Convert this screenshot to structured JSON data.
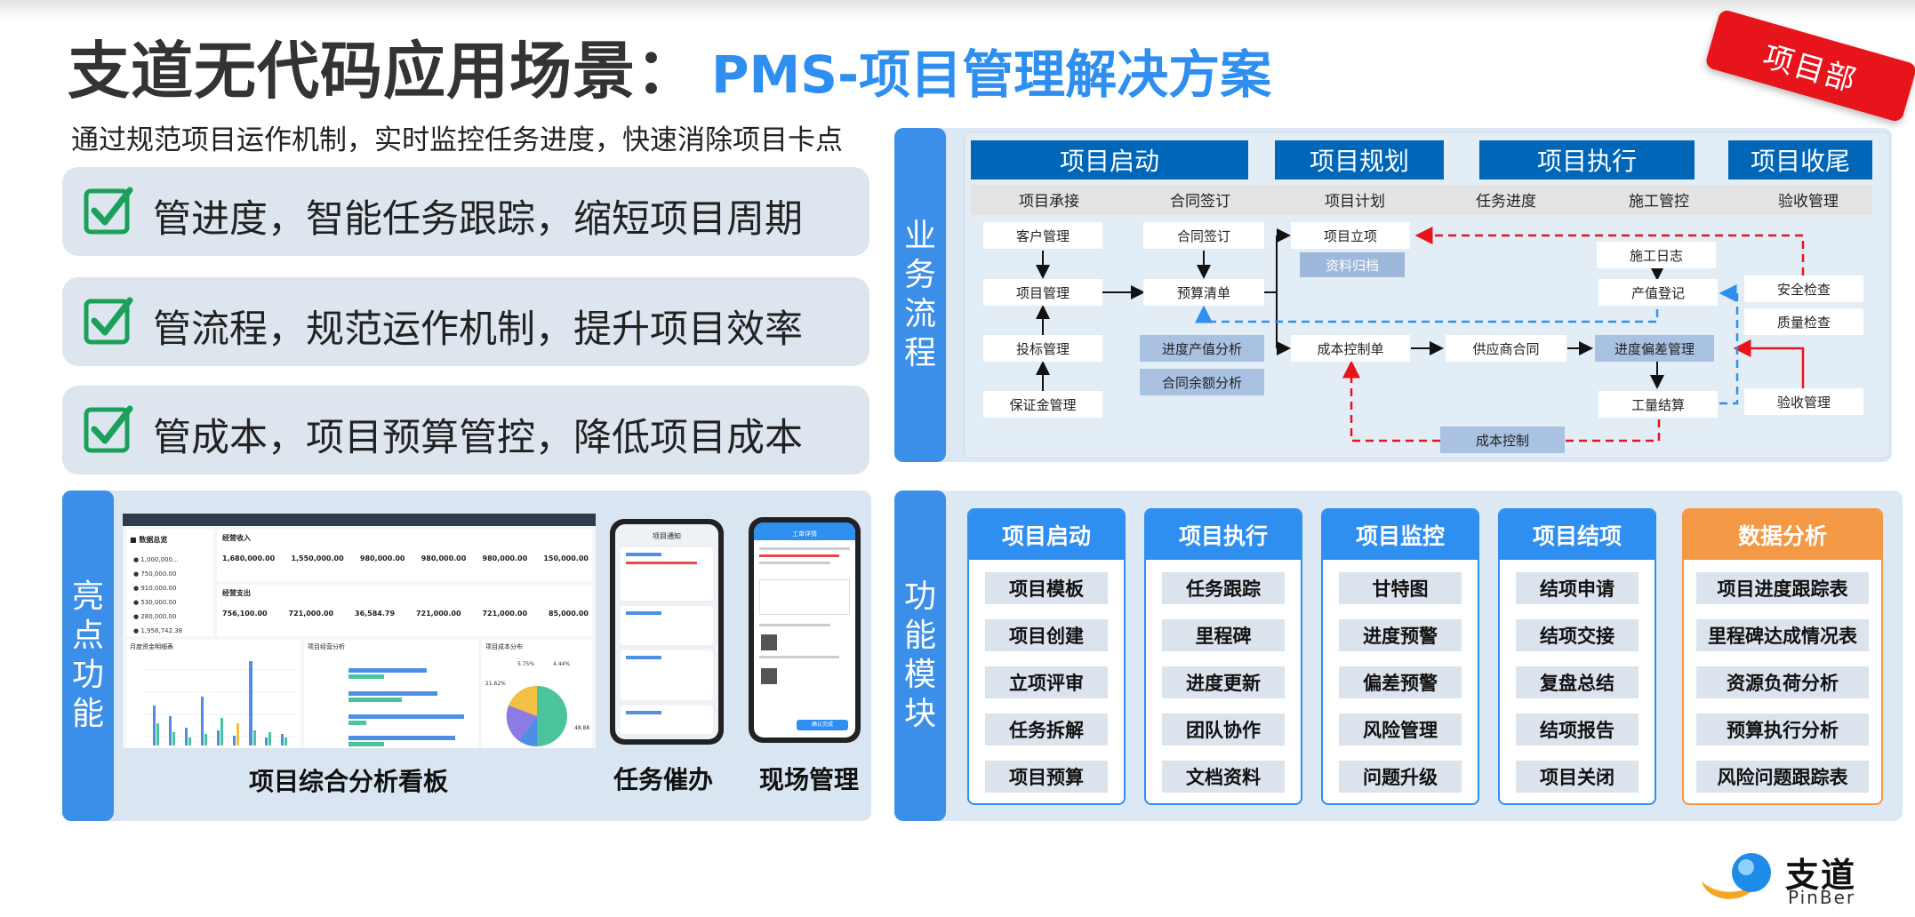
{
  "title": {
    "main": "支道无代码应用场景：",
    "accent": "PMS-项目管理解决方案"
  },
  "ribbon": "项目部",
  "subtitle": "通过规范项目运作机制，实时监控任务进度，快速消除项目卡点",
  "features": [
    "管进度，智能任务跟踪，缩短项目周期",
    "管流程，规范运作机制，提升项目效率",
    "管成本，项目预算管控，降低项目成本"
  ],
  "highlight": {
    "tab": [
      "亮",
      "点",
      "功",
      "能"
    ],
    "captions": [
      "项目综合分析看板",
      "任务催办",
      "现场管理"
    ],
    "dashboard": {
      "income_title": "经营收入",
      "expense_title": "经营支出",
      "income_values": [
        "1,680,000.00",
        "1,550,000.00",
        "980,000.00",
        "980,000.00",
        "980,000.00",
        "150,000.00"
      ],
      "expense_values": [
        "756,100.00",
        "721,000.00",
        "36,584.79",
        "721,000.00",
        "721,000.00",
        "85,000.00"
      ],
      "left_values": [
        "1,000,000...",
        "750,000.00",
        "910,000.00",
        "530,000.00",
        "280,000.00",
        "1,958,742.38"
      ],
      "pie_labels": [
        "5.75%",
        "4.44%",
        "21.62%",
        "48.88"
      ],
      "chart_titles": [
        "月度资金明细表",
        "项目经营分析",
        "项目成本分布"
      ]
    },
    "phone1_title": "项目通知",
    "phone2_title": "工单详情",
    "phone2_button": "确认完成"
  },
  "flow": {
    "tab": [
      "业",
      "务",
      "流",
      "程"
    ],
    "phases": [
      "项目启动",
      "项目规划",
      "项目执行",
      "项目收尾"
    ],
    "stages": [
      "项目承接",
      "合同签订",
      "项目计划",
      "任务进度",
      "施工管控",
      "验收管理"
    ],
    "boxes": {
      "customer": "客户管理",
      "project_mgmt": "项目管理",
      "bid": "投标管理",
      "deposit": "保证金管理",
      "contract": "合同签订",
      "budget": "预算清单",
      "output_analysis": "进度产值分析",
      "contract_balance": "合同余额分析",
      "project_setup": "项目立项",
      "archive": "资料归档",
      "cost_control_sheet": "成本控制单",
      "supplier_contract": "供应商合同",
      "construction_log": "施工日志",
      "output_register": "产值登记",
      "deviation": "进度偏差管理",
      "settlement": "工量结算",
      "cost_control": "成本控制",
      "safety": "安全检查",
      "quality": "质量检查",
      "acceptance": "验收管理"
    }
  },
  "modules": {
    "tab": [
      "功",
      "能",
      "模",
      "块"
    ],
    "columns": [
      {
        "title": "项目启动",
        "items": [
          "项目模板",
          "项目创建",
          "立项评审",
          "任务拆解",
          "项目预算"
        ]
      },
      {
        "title": "项目执行",
        "items": [
          "任务跟踪",
          "里程碑",
          "进度更新",
          "团队协作",
          "文档资料"
        ]
      },
      {
        "title": "项目监控",
        "items": [
          "甘特图",
          "进度预警",
          "偏差预警",
          "风险管理",
          "问题升级"
        ]
      },
      {
        "title": "项目结项",
        "items": [
          "结项申请",
          "结项交接",
          "复盘总结",
          "结项报告",
          "项目关闭"
        ]
      },
      {
        "title": "数据分析",
        "items": [
          "项目进度跟踪表",
          "里程碑达成情况表",
          "资源负荷分析",
          "预算执行分析",
          "风险问题跟踪表"
        ]
      }
    ]
  },
  "logo": {
    "cn": "支道",
    "en": "PinBer"
  },
  "colors": {
    "accent_blue": "#2e8ff0",
    "phase_blue": "#0066b7",
    "orange": "#f39845",
    "ribbon_red": "#e8141c",
    "check_green": "#1aa05a"
  }
}
